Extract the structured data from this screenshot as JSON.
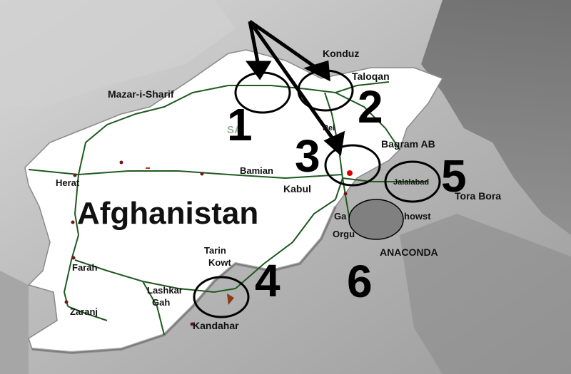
{
  "map": {
    "country_label": "Afghanistan",
    "province_hint": "SA",
    "cities": {
      "mazar": "Mazar-i-Sharif",
      "konduz": "Konduz",
      "taloqan": "Taloqan",
      "bagram": "Bagram AB",
      "rel": "Rel",
      "bamian": "Bamian",
      "herat": "Herat",
      "kabul": "Kabul",
      "jalalabad": "Jalalabad",
      "tora_bora": "Tora Bora",
      "gardez": "Ga",
      "khowst": "howst",
      "orgun": "Orgu",
      "anaconda": "ANACONDA",
      "farah": "Farah",
      "zaranj": "Zaranj",
      "tarin": "Tarin",
      "kowt": "Kowt",
      "lashkar": "Lashkar",
      "gah": "Gah",
      "kandahar": "Kandahar"
    },
    "zones": [
      {
        "number": "1"
      },
      {
        "number": "2"
      },
      {
        "number": "3"
      },
      {
        "number": "4"
      },
      {
        "number": "5"
      },
      {
        "number": "6"
      }
    ],
    "colors": {
      "terrain": "#bdbdbd",
      "country_fill": "#ffffff",
      "roads": "#1f5a1f",
      "outline": "#000000",
      "anaconda_fill": "#808080",
      "capital": "#e00000",
      "city_marker": "#6b1a1a"
    }
  }
}
